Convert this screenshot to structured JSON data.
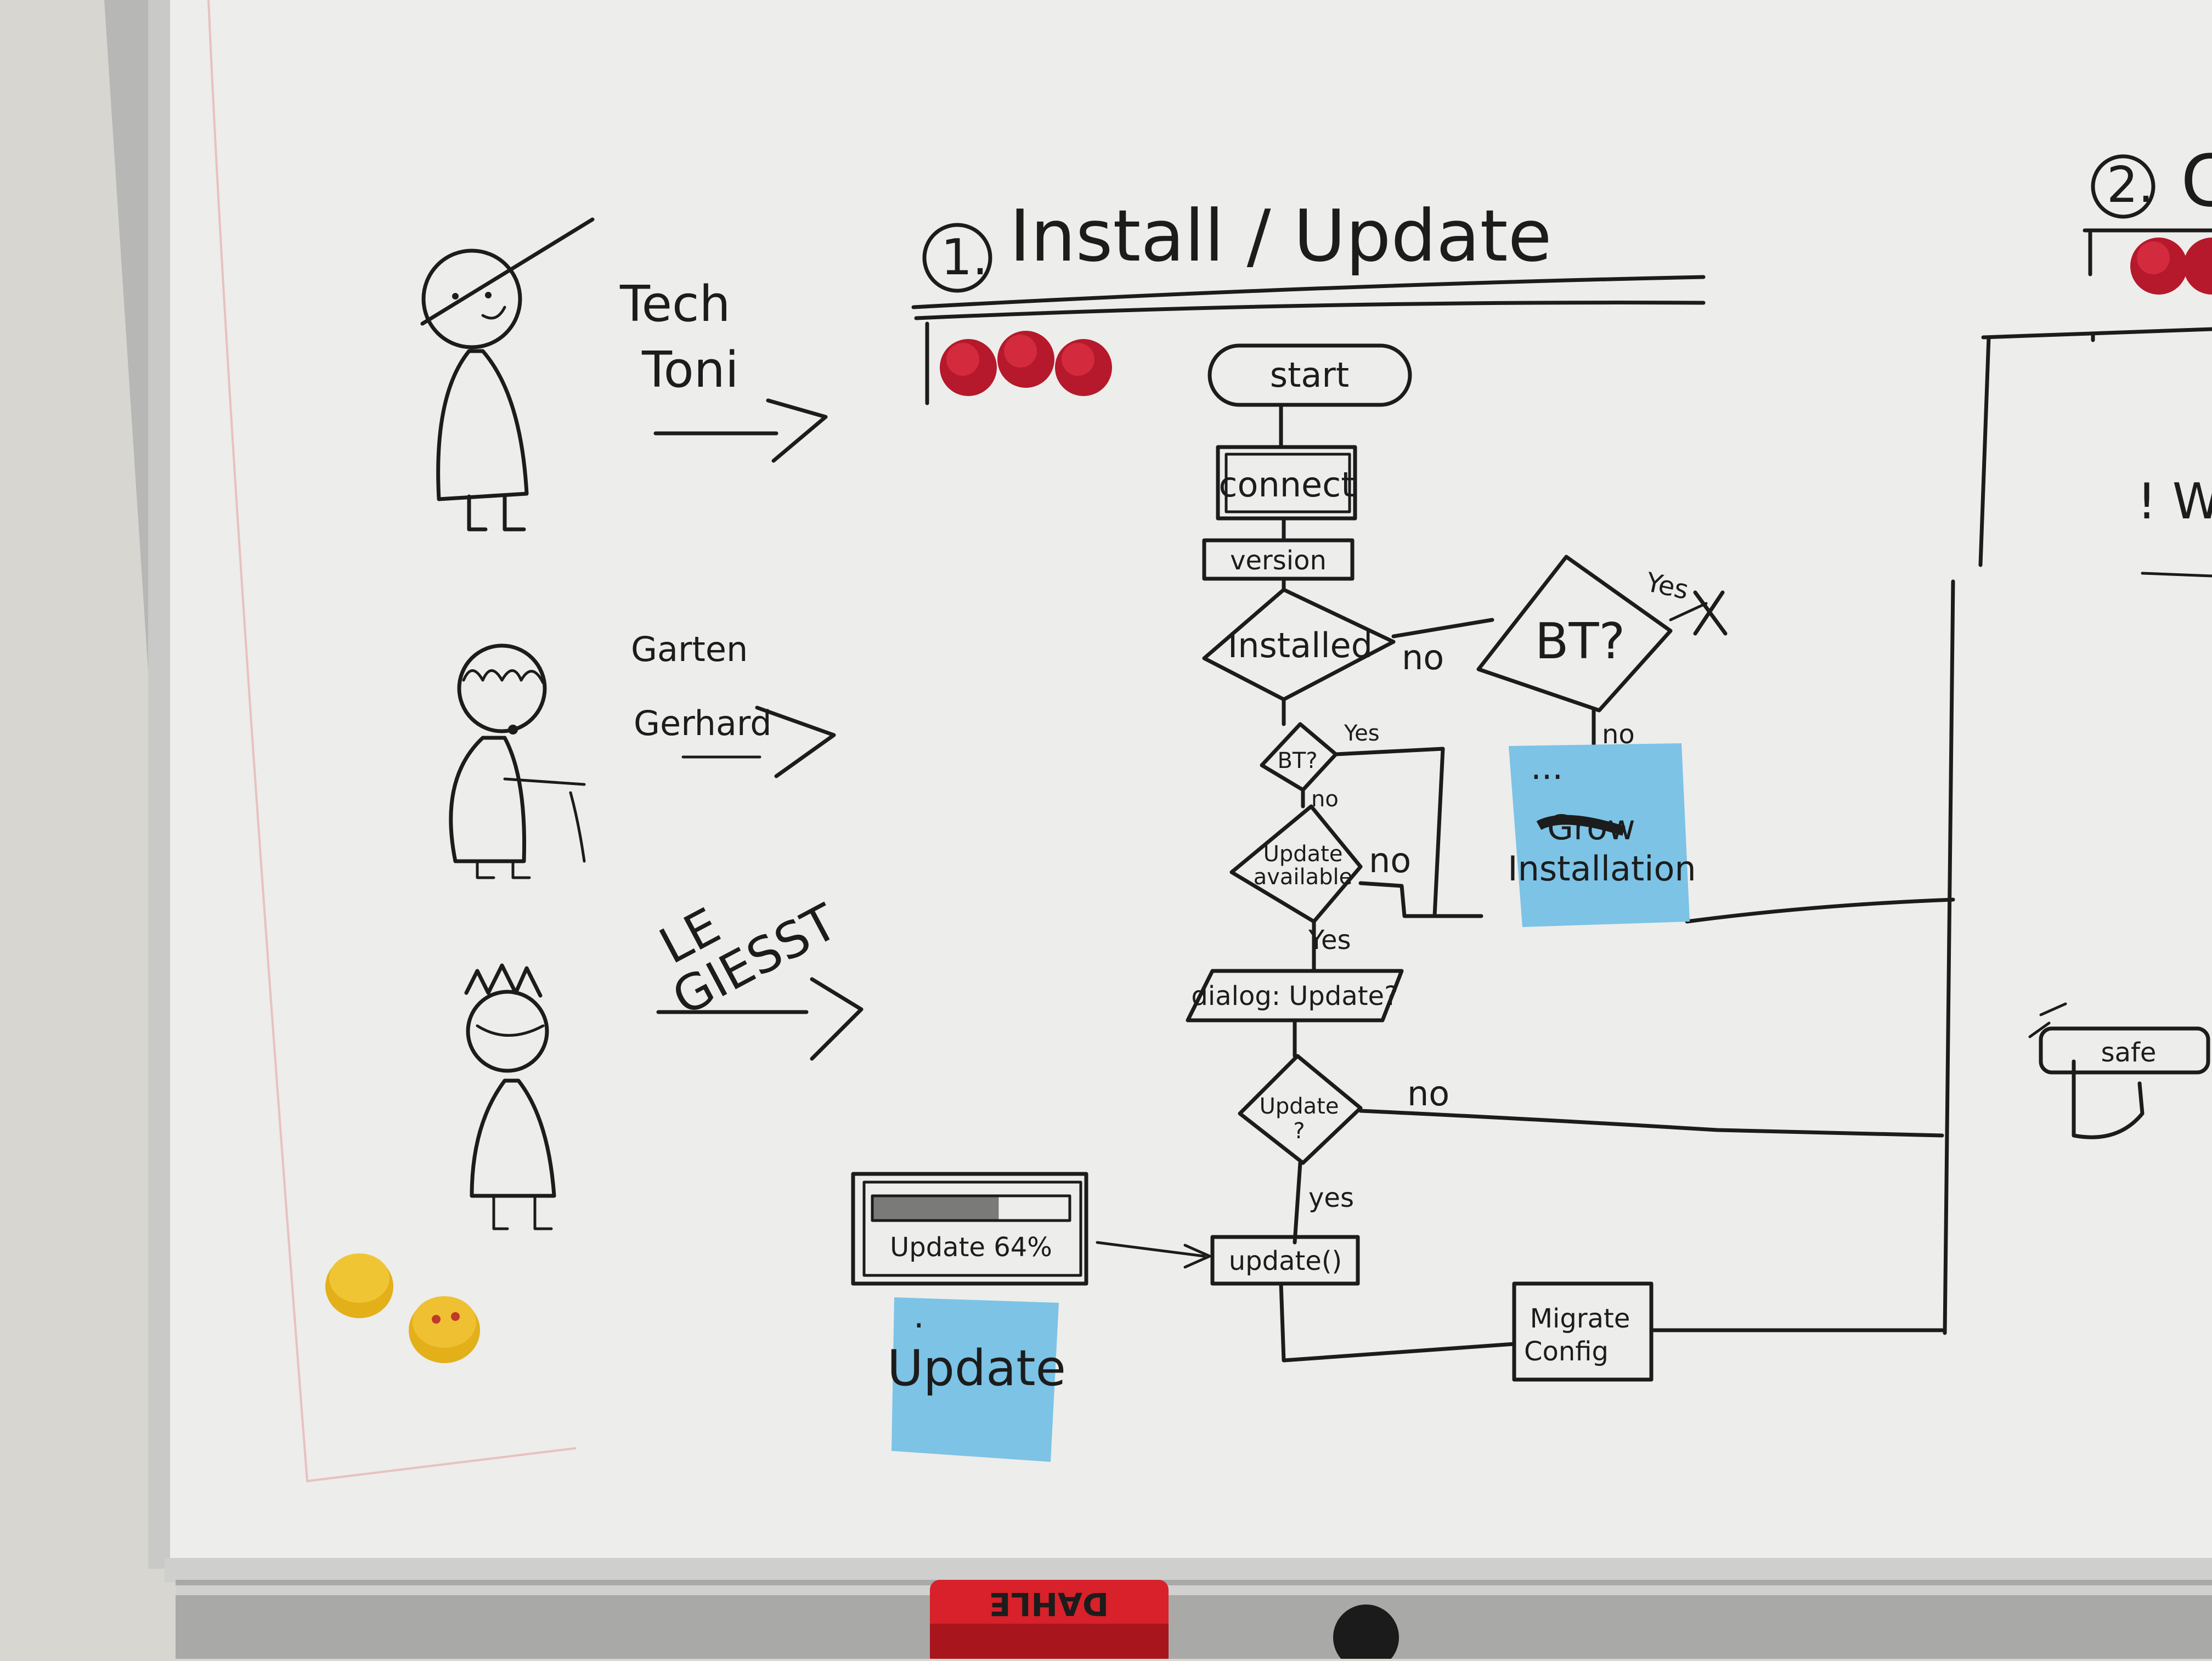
{
  "board": {
    "brand": "DAHLE",
    "colors": {
      "wall": "#dcdad6",
      "board": "#eeeeec",
      "ink": "#1c1c1c",
      "magnet_red": "#b5192b",
      "magnet_yellow": "#e8b81e",
      "sticky_blue": "#7cc3e6"
    }
  },
  "section1": {
    "number": "1.",
    "title": "Install / Update"
  },
  "section2": {
    "number": "2.",
    "title_partial": "C"
  },
  "personas": [
    {
      "name_line1": "Tech",
      "name_line2": "Toni"
    },
    {
      "name_line1": "Garten",
      "name_line2": "Gerhard"
    },
    {
      "name_line1": "LE",
      "name_line2": "GIESST"
    }
  ],
  "flow": {
    "start": "start",
    "connect": "connect",
    "version": "version",
    "installed": "Installed",
    "installed_no": "no",
    "bt_main": "BT?",
    "bt_main_yes": "Yes",
    "bt_main_no": "no",
    "bt_small": "BT?",
    "bt_small_yes": "Yes",
    "bt_small_no": "no",
    "update_available_line1": "Update",
    "update_available_line2": "available",
    "update_available_no": "no",
    "update_available_yes": "Yes",
    "dialog": "dialog: Update?",
    "update_question_line1": "Update",
    "update_question_line2": "?",
    "update_question_no": "no",
    "update_question_yes": "yes",
    "update_call": "update()",
    "migrate_line1": "Migrate",
    "migrate_line2": "Config"
  },
  "progress_mockup": {
    "label": "Update 64%",
    "progress": 0.64
  },
  "stickies": [
    {
      "dots": "...",
      "crossed": "Grow",
      "text": "Installation"
    },
    {
      "dots": ".",
      "text": "Update"
    }
  ],
  "right_panel": {
    "partial_text": "! W",
    "safe": "safe"
  }
}
